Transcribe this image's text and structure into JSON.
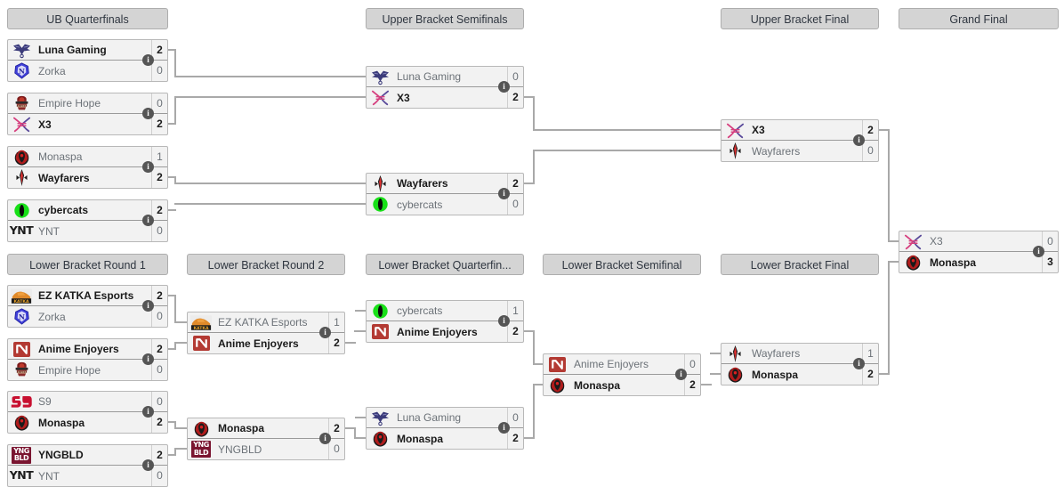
{
  "page": {
    "title": "Double Elimination Bracket"
  },
  "rounds": [
    {
      "id": "ubqf",
      "label": "UB Quarterfinals"
    },
    {
      "id": "ubsf",
      "label": "Upper Bracket Semifinals"
    },
    {
      "id": "ubf",
      "label": "Upper Bracket Final"
    },
    {
      "id": "gf",
      "label": "Grand Final"
    },
    {
      "id": "lbr1",
      "label": "Lower Bracket Round 1"
    },
    {
      "id": "lbr2",
      "label": "Lower Bracket Round 2"
    },
    {
      "id": "lbqf",
      "label": "Lower Bracket Quarterfin..."
    },
    {
      "id": "lbsf",
      "label": "Lower Bracket Semifinal"
    },
    {
      "id": "lbf",
      "label": "Lower Bracket Final"
    }
  ],
  "info_icon": "info-icon",
  "info_glyph": "i",
  "colors": {
    "header_bg": "#d4d4d4",
    "header_border": "#adadad",
    "match_bg": "#f2f2f2",
    "match_border": "#b8b8b8",
    "line": "#a9a9a9",
    "winner_text": "#1a1a1a",
    "loser_text": "#6c7278",
    "info_dot": "#555555"
  },
  "matches": [
    {
      "id": "ubqf1",
      "round": "ubqf",
      "top": {
        "team": "Luna Gaming",
        "logo": "luna-gaming-logo",
        "score": "2",
        "winner": true
      },
      "bottom": {
        "team": "Zorka",
        "logo": "zorka-logo",
        "score": "0",
        "winner": false
      }
    },
    {
      "id": "ubqf2",
      "round": "ubqf",
      "top": {
        "team": "Empire Hope",
        "logo": "empire-hope-logo",
        "score": "0",
        "winner": false
      },
      "bottom": {
        "team": "X3",
        "logo": "x3-logo",
        "score": "2",
        "winner": true
      }
    },
    {
      "id": "ubqf3",
      "round": "ubqf",
      "top": {
        "team": "Monaspa",
        "logo": "monaspa-logo",
        "score": "1",
        "winner": false
      },
      "bottom": {
        "team": "Wayfarers",
        "logo": "wayfarers-logo",
        "score": "2",
        "winner": true
      }
    },
    {
      "id": "ubqf4",
      "round": "ubqf",
      "top": {
        "team": "cybercats",
        "logo": "cybercats-logo",
        "score": "2",
        "winner": true
      },
      "bottom": {
        "team": "YNT",
        "logo": "ynt-logo",
        "score": "0",
        "winner": false
      }
    },
    {
      "id": "ubsf1",
      "round": "ubsf",
      "top": {
        "team": "Luna Gaming",
        "logo": "luna-gaming-logo",
        "score": "0",
        "winner": false
      },
      "bottom": {
        "team": "X3",
        "logo": "x3-logo",
        "score": "2",
        "winner": true
      }
    },
    {
      "id": "ubsf2",
      "round": "ubsf",
      "top": {
        "team": "Wayfarers",
        "logo": "wayfarers-logo",
        "score": "2",
        "winner": true
      },
      "bottom": {
        "team": "cybercats",
        "logo": "cybercats-logo",
        "score": "0",
        "winner": false
      }
    },
    {
      "id": "ubf1",
      "round": "ubf",
      "top": {
        "team": "X3",
        "logo": "x3-logo",
        "score": "2",
        "winner": true
      },
      "bottom": {
        "team": "Wayfarers",
        "logo": "wayfarers-logo",
        "score": "0",
        "winner": false
      }
    },
    {
      "id": "gf1",
      "round": "gf",
      "top": {
        "team": "X3",
        "logo": "x3-logo",
        "score": "0",
        "winner": false
      },
      "bottom": {
        "team": "Monaspa",
        "logo": "monaspa-logo",
        "score": "3",
        "winner": true
      }
    },
    {
      "id": "lbr1a",
      "round": "lbr1",
      "top": {
        "team": "EZ KATKA Esports",
        "logo": "ez-katka-esports-logo",
        "score": "2",
        "winner": true
      },
      "bottom": {
        "team": "Zorka",
        "logo": "zorka-logo",
        "score": "0",
        "winner": false
      }
    },
    {
      "id": "lbr1b",
      "round": "lbr1",
      "top": {
        "team": "Anime Enjoyers",
        "logo": "anime-enjoyers-logo",
        "score": "2",
        "winner": true
      },
      "bottom": {
        "team": "Empire Hope",
        "logo": "empire-hope-logo",
        "score": "0",
        "winner": false
      }
    },
    {
      "id": "lbr1c",
      "round": "lbr1",
      "top": {
        "team": "S9",
        "logo": "s9-logo",
        "score": "0",
        "winner": false
      },
      "bottom": {
        "team": "Monaspa",
        "logo": "monaspa-logo",
        "score": "2",
        "winner": true
      }
    },
    {
      "id": "lbr1d",
      "round": "lbr1",
      "top": {
        "team": "YNGBLD",
        "logo": "yngbld-logo",
        "score": "2",
        "winner": true
      },
      "bottom": {
        "team": "YNT",
        "logo": "ynt-logo",
        "score": "0",
        "winner": false
      }
    },
    {
      "id": "lbr2a",
      "round": "lbr2",
      "top": {
        "team": "EZ KATKA Esports",
        "logo": "ez-katka-esports-logo",
        "score": "1",
        "winner": false
      },
      "bottom": {
        "team": "Anime Enjoyers",
        "logo": "anime-enjoyers-logo",
        "score": "2",
        "winner": true
      }
    },
    {
      "id": "lbr2b",
      "round": "lbr2",
      "top": {
        "team": "Monaspa",
        "logo": "monaspa-logo",
        "score": "2",
        "winner": true
      },
      "bottom": {
        "team": "YNGBLD",
        "logo": "yngbld-logo",
        "score": "0",
        "winner": false
      }
    },
    {
      "id": "lbqf1",
      "round": "lbqf",
      "top": {
        "team": "cybercats",
        "logo": "cybercats-logo",
        "score": "1",
        "winner": false
      },
      "bottom": {
        "team": "Anime Enjoyers",
        "logo": "anime-enjoyers-logo",
        "score": "2",
        "winner": true
      }
    },
    {
      "id": "lbqf2",
      "round": "lbqf",
      "top": {
        "team": "Luna Gaming",
        "logo": "luna-gaming-logo",
        "score": "0",
        "winner": false
      },
      "bottom": {
        "team": "Monaspa",
        "logo": "monaspa-logo",
        "score": "2",
        "winner": true
      }
    },
    {
      "id": "lbsf1",
      "round": "lbsf",
      "top": {
        "team": "Anime Enjoyers",
        "logo": "anime-enjoyers-logo",
        "score": "0",
        "winner": false
      },
      "bottom": {
        "team": "Monaspa",
        "logo": "monaspa-logo",
        "score": "2",
        "winner": true
      }
    },
    {
      "id": "lbf1",
      "round": "lbf",
      "top": {
        "team": "Wayfarers",
        "logo": "wayfarers-logo",
        "score": "1",
        "winner": false
      },
      "bottom": {
        "team": "Monaspa",
        "logo": "monaspa-logo",
        "score": "2",
        "winner": true
      }
    }
  ]
}
